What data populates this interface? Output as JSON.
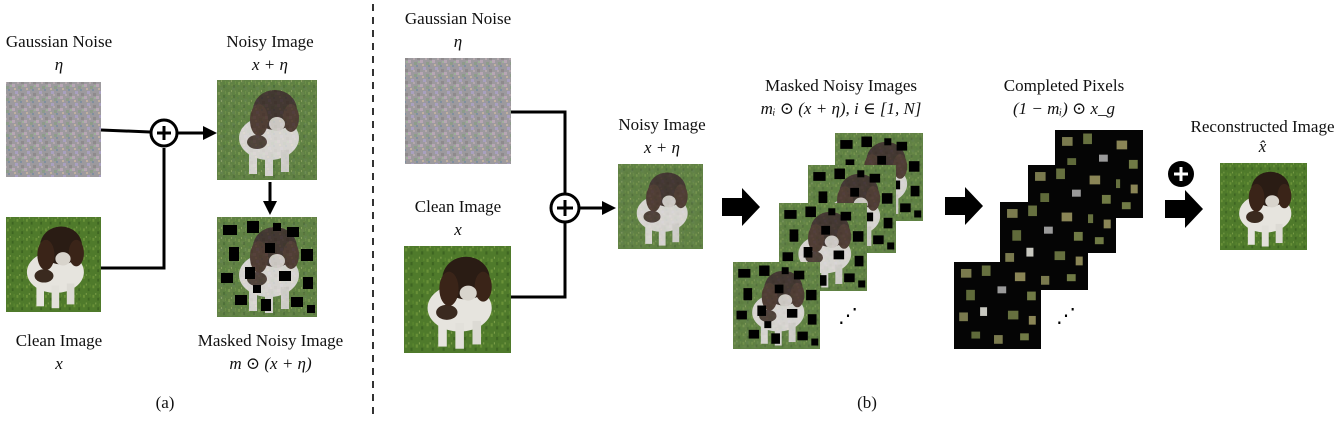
{
  "panel_a": {
    "noise_label": "Gaussian Noise",
    "noise_math": "η",
    "clean_label": "Clean Image",
    "clean_math": "x",
    "noisy_label": "Noisy Image",
    "noisy_math": "x + η",
    "masked_label": "Masked Noisy Image",
    "masked_math": "m ⊙ (x + η)",
    "caption": "(a)"
  },
  "panel_b": {
    "noise_label": "Gaussian Noise",
    "noise_math": "η",
    "clean_label": "Clean Image",
    "clean_math": "x",
    "noisy_label": "Noisy Image",
    "noisy_math": "x + η",
    "masked_label": "Masked Noisy Images",
    "masked_math": "mᵢ ⊙ (x + η), i ∈ [1, N]",
    "completed_label": "Completed Pixels",
    "completed_math": "(1 − mᵢ) ⊙ x_g",
    "recon_label": "Reconstructed Image",
    "recon_math": "x̂",
    "caption": "(b)"
  },
  "colors": {
    "grass": "#4f7a2b",
    "dog_dark": "#2a1c14",
    "dog_white": "#e6e4de",
    "completed_bg": "#050505",
    "completed_patch": "#7a7a4e"
  }
}
